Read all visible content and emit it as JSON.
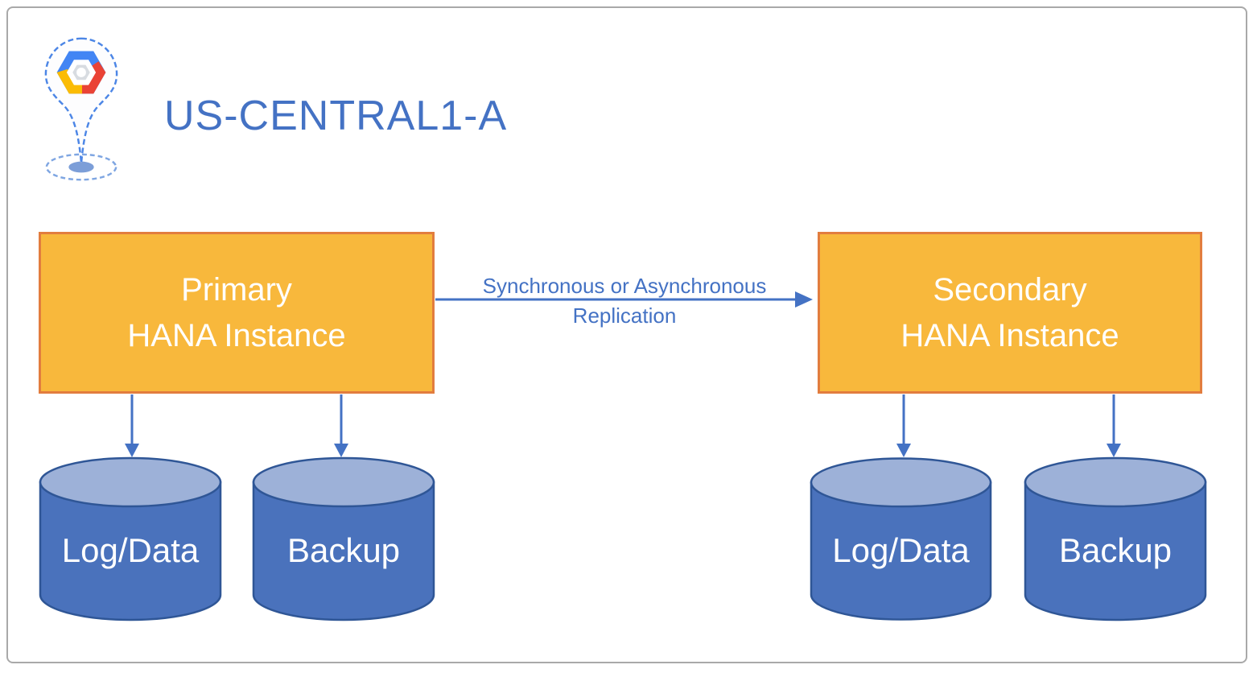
{
  "header": {
    "zone_title": "US-CENTRAL1-A",
    "icon": "gcp-zone-pin-icon"
  },
  "diagram": {
    "primary_instance": {
      "label_line1": "Primary",
      "label_line2": "HANA Instance"
    },
    "secondary_instance": {
      "label_line1": "Secondary",
      "label_line2": "HANA Instance"
    },
    "replication_arrow": {
      "label_line1": "Synchronous or Asynchronous",
      "label_line2": "Replication",
      "direction": "primary-to-secondary"
    },
    "primary_disks": [
      {
        "label": "Log/Data"
      },
      {
        "label": "Backup"
      }
    ],
    "secondary_disks": [
      {
        "label": "Log/Data"
      },
      {
        "label": "Backup"
      }
    ]
  },
  "colors": {
    "accent_blue": "#4472C4",
    "instance_fill": "#F8B83C",
    "instance_border": "#E27D3E",
    "cylinder_fill": "#4A72BC",
    "cylinder_top": "#9DB1D8",
    "cylinder_border": "#2F5696",
    "frame_border": "#A9A9A9",
    "gcp_logo_blue": "#4285F4",
    "gcp_logo_red": "#EA4335",
    "gcp_logo_yellow": "#FBBC05"
  }
}
